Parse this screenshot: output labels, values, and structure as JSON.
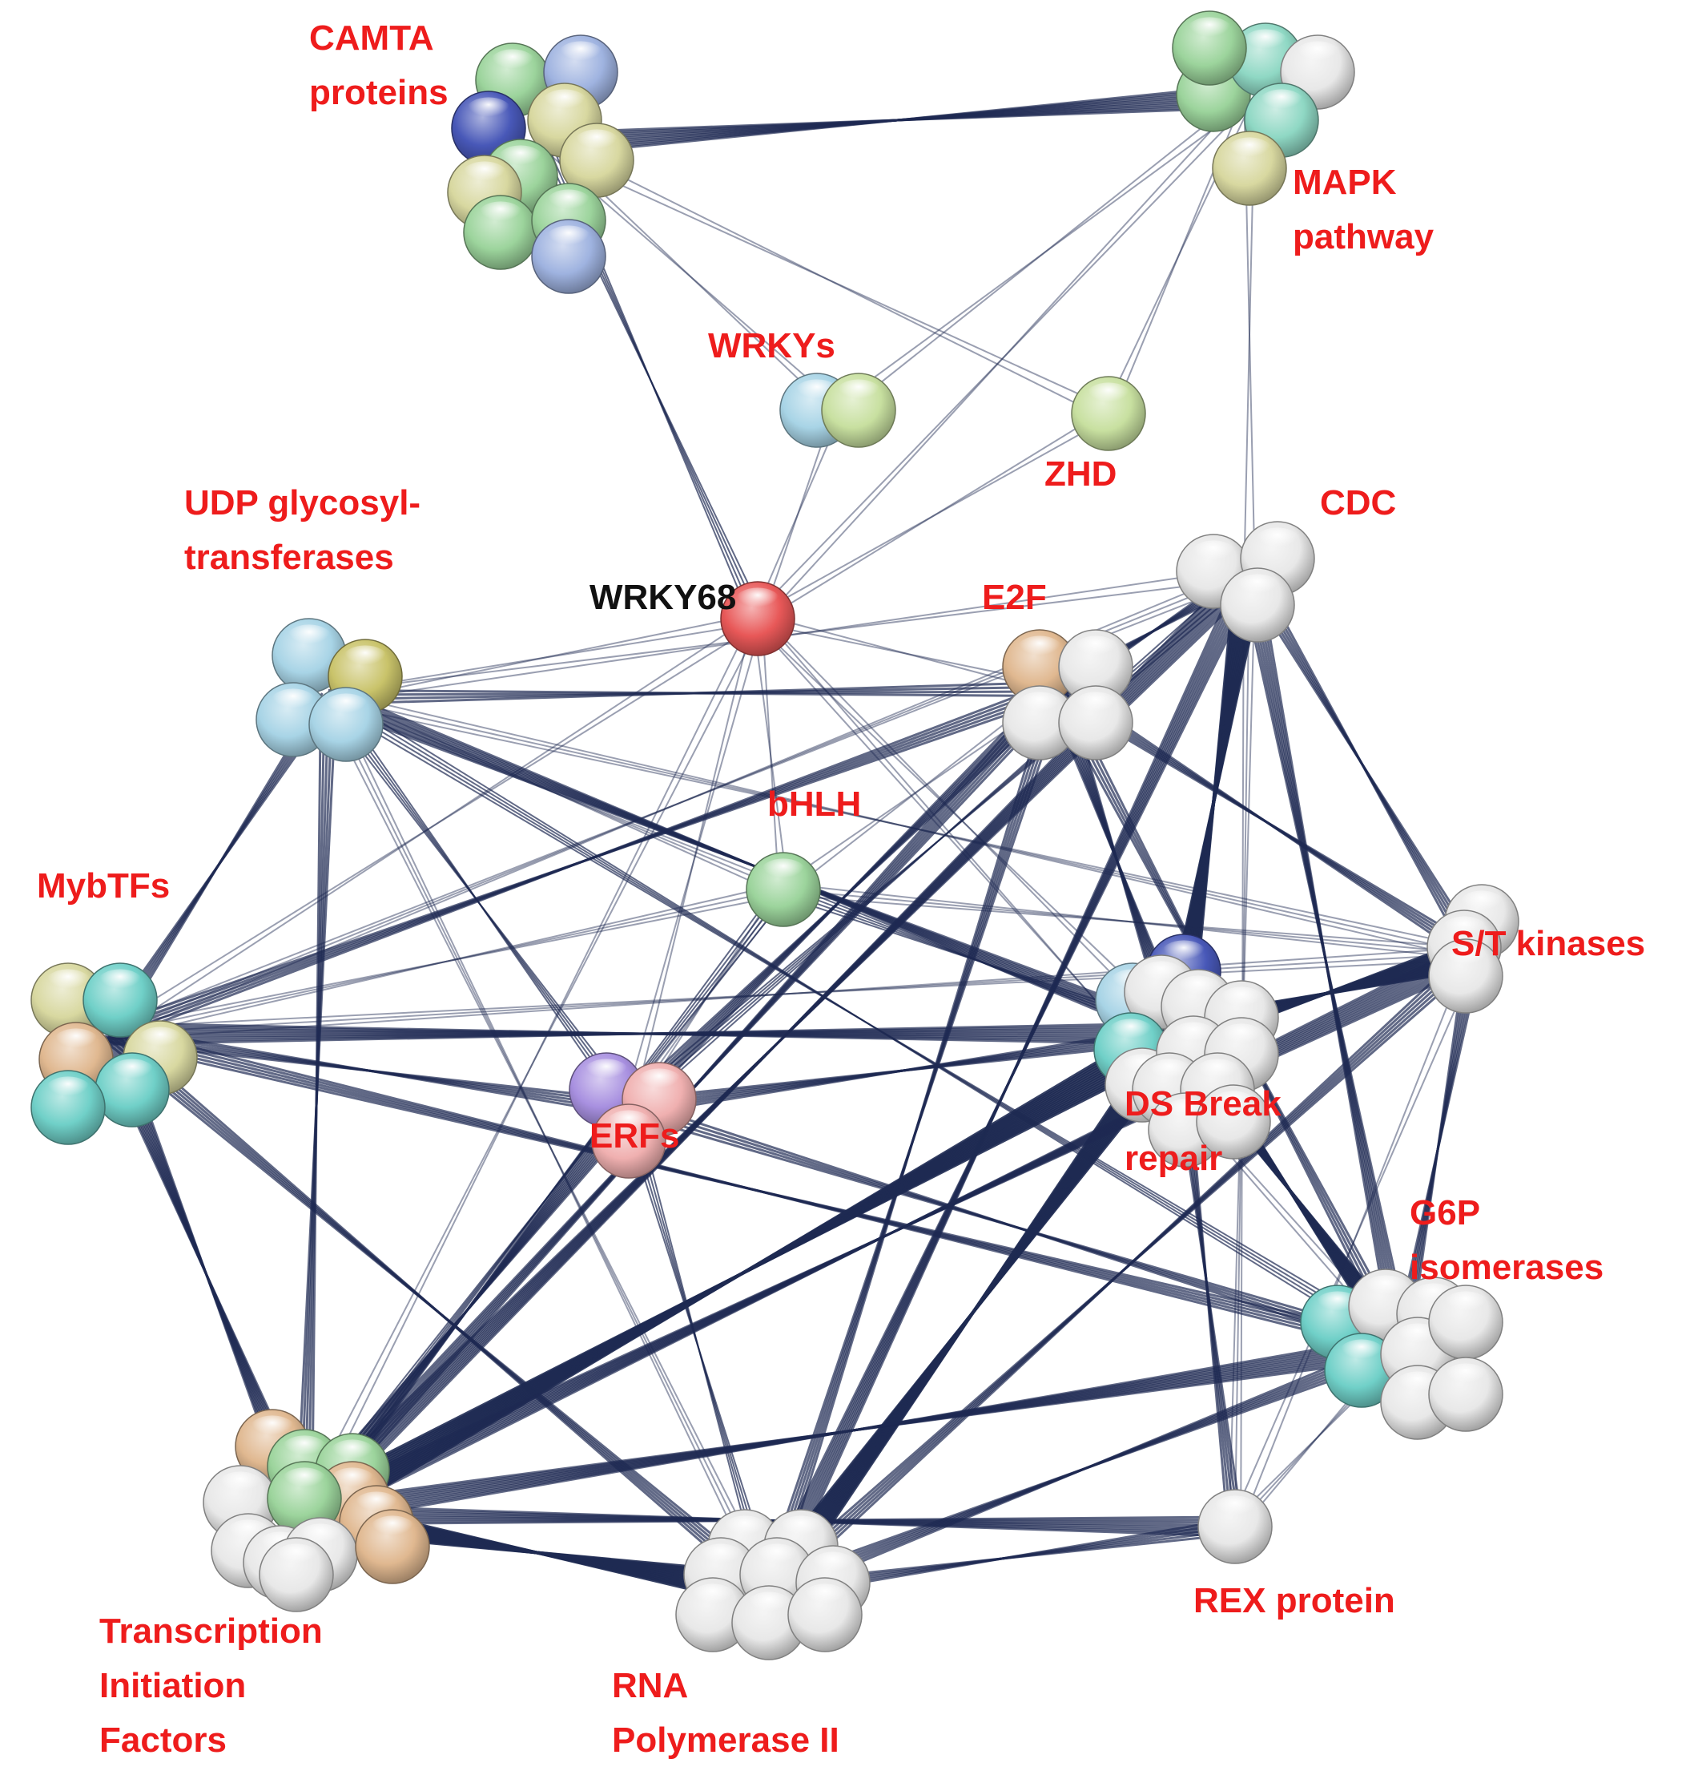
{
  "colors": {
    "label": "#ee1c1c",
    "focus_label": "#111111",
    "edge": "#1e2a52",
    "node_white": "#e8e8e8",
    "node_green": "#9cd49c",
    "node_mint": "#8fd8c4",
    "node_blue": "#9fb3e0",
    "node_khaki": "#d8d8a0",
    "node_olive": "#c9c36a",
    "node_lightblue": "#a8d4e6",
    "node_lime": "#c8e0a0",
    "node_red": "#e85858",
    "node_peach": "#e0b890",
    "node_teal": "#70d0c8",
    "node_purple": "#a890e0",
    "node_salmon": "#f0b0b0",
    "node_navy": "#4858b8"
  },
  "labels": {
    "camta": [
      "CAMTA",
      "proteins"
    ],
    "mapk": [
      "MAPK",
      "pathway"
    ],
    "wrkys": "WRKYs",
    "zhd": "ZHD",
    "cdc": "CDC",
    "udp": [
      "UDP glycosyl-",
      "transferases"
    ],
    "wrky68": "WRKY68",
    "e2f": "E2F",
    "bhlh": "bHLH",
    "mybtfs": "MybTFs",
    "st_kinases": "S/T kinases",
    "ds_break": [
      "DS Break",
      "repair"
    ],
    "erfs": "ERFs",
    "g6p": [
      "G6P",
      "isomerases"
    ],
    "tif": [
      "Transcription",
      "Initiation",
      "Factors"
    ],
    "rna_pol": [
      "RNA",
      "Polymerase II"
    ],
    "rex": "REX protein"
  },
  "clusters": [
    {
      "id": "camta",
      "nodes": [
        "green",
        "blue",
        "navy",
        "khaki",
        "green",
        "khaki",
        "khaki",
        "green",
        "green",
        "blue"
      ]
    },
    {
      "id": "mapk",
      "nodes": [
        "green",
        "mint",
        "white",
        "green",
        "mint",
        "khaki"
      ]
    },
    {
      "id": "wrkys",
      "nodes": [
        "lightblue",
        "lime"
      ]
    },
    {
      "id": "zhd",
      "nodes": [
        "lime"
      ]
    },
    {
      "id": "cdc",
      "nodes": [
        "white",
        "white",
        "white"
      ]
    },
    {
      "id": "wrky68",
      "nodes": [
        "red"
      ]
    },
    {
      "id": "e2f",
      "nodes": [
        "peach",
        "white",
        "white",
        "white"
      ]
    },
    {
      "id": "udp",
      "nodes": [
        "lightblue",
        "olive",
        "lightblue",
        "lightblue"
      ]
    },
    {
      "id": "bhlh",
      "nodes": [
        "green"
      ]
    },
    {
      "id": "mybtfs",
      "nodes": [
        "khaki",
        "teal",
        "peach",
        "khaki",
        "teal",
        "teal"
      ]
    },
    {
      "id": "st_kinases",
      "nodes": [
        "white",
        "white",
        "white"
      ]
    },
    {
      "id": "ds_break",
      "nodes": [
        "navy",
        "lightblue",
        "white",
        "teal",
        "white",
        "white",
        "white",
        "white",
        "white",
        "white",
        "white",
        "white",
        "white"
      ]
    },
    {
      "id": "erfs",
      "nodes": [
        "purple",
        "salmon",
        "salmon"
      ]
    },
    {
      "id": "g6p",
      "nodes": [
        "teal",
        "white",
        "white",
        "teal",
        "white",
        "white",
        "white",
        "white"
      ]
    },
    {
      "id": "tif",
      "nodes": [
        "peach",
        "green",
        "green",
        "peach",
        "white",
        "green",
        "peach",
        "white",
        "white",
        "white",
        "white",
        "peach"
      ]
    },
    {
      "id": "rna_pol",
      "nodes": [
        "white",
        "white",
        "white",
        "white",
        "white",
        "white",
        "white",
        "white"
      ]
    },
    {
      "id": "rex",
      "nodes": [
        "white"
      ]
    }
  ],
  "edges": [
    [
      "camta",
      "mapk",
      40
    ],
    [
      "camta",
      "wrky68",
      14
    ],
    [
      "camta",
      "zhd",
      8
    ],
    [
      "camta",
      "wrkys",
      3
    ],
    [
      "mapk",
      "wrky68",
      6
    ],
    [
      "mapk",
      "wrkys",
      6
    ],
    [
      "mapk",
      "zhd",
      4
    ],
    [
      "mapk",
      "cdc",
      8
    ],
    [
      "wrkys",
      "wrky68",
      3
    ],
    [
      "zhd",
      "wrky68",
      2
    ],
    [
      "wrky68",
      "udp",
      4
    ],
    [
      "wrky68",
      "e2f",
      3
    ],
    [
      "wrky68",
      "bhlh",
      3
    ],
    [
      "wrky68",
      "mybtfs",
      5
    ],
    [
      "wrky68",
      "erfs",
      5
    ],
    [
      "wrky68",
      "ds_break",
      6
    ],
    [
      "wrky68",
      "tif",
      6
    ],
    [
      "wrky68",
      "g6p",
      3
    ],
    [
      "udp",
      "e2f",
      16
    ],
    [
      "udp",
      "mybtfs",
      18
    ],
    [
      "udp",
      "bhlh",
      10
    ],
    [
      "udp",
      "erfs",
      14
    ],
    [
      "udp",
      "ds_break",
      30
    ],
    [
      "udp",
      "tif",
      20
    ],
    [
      "udp",
      "g6p",
      14
    ],
    [
      "udp",
      "st_kinases",
      10
    ],
    [
      "udp",
      "cdc",
      8
    ],
    [
      "udp",
      "rna_pol",
      10
    ],
    [
      "e2f",
      "cdc",
      25
    ],
    [
      "e2f",
      "ds_break",
      35
    ],
    [
      "e2f",
      "st_kinases",
      18
    ],
    [
      "e2f",
      "g6p",
      16
    ],
    [
      "e2f",
      "mybtfs",
      20
    ],
    [
      "e2f",
      "erfs",
      24
    ],
    [
      "e2f",
      "tif",
      25
    ],
    [
      "e2f",
      "rna_pol",
      18
    ],
    [
      "e2f",
      "bhlh",
      6
    ],
    [
      "cdc",
      "ds_break",
      55
    ],
    [
      "cdc",
      "st_kinases",
      20
    ],
    [
      "cdc",
      "g6p",
      28
    ],
    [
      "cdc",
      "tif",
      40
    ],
    [
      "cdc",
      "rna_pol",
      30
    ],
    [
      "cdc",
      "erfs",
      15
    ],
    [
      "cdc",
      "mybtfs",
      10
    ],
    [
      "cdc",
      "rex",
      10
    ],
    [
      "bhlh",
      "mybtfs",
      10
    ],
    [
      "bhlh",
      "erfs",
      12
    ],
    [
      "bhlh",
      "ds_break",
      14
    ],
    [
      "bhlh",
      "tif",
      14
    ],
    [
      "bhlh",
      "st_kinases",
      10
    ],
    [
      "mybtfs",
      "erfs",
      20
    ],
    [
      "mybtfs",
      "ds_break",
      35
    ],
    [
      "mybtfs",
      "tif",
      40
    ],
    [
      "mybtfs",
      "g6p",
      20
    ],
    [
      "mybtfs",
      "rna_pol",
      20
    ],
    [
      "mybtfs",
      "st_kinases",
      12
    ],
    [
      "erfs",
      "ds_break",
      22
    ],
    [
      "erfs",
      "tif",
      40
    ],
    [
      "erfs",
      "g6p",
      16
    ],
    [
      "erfs",
      "rna_pol",
      14
    ],
    [
      "ds_break",
      "st_kinases",
      60
    ],
    [
      "ds_break",
      "g6p",
      45
    ],
    [
      "ds_break",
      "tif",
      70
    ],
    [
      "ds_break",
      "rna_pol",
      55
    ],
    [
      "ds_break",
      "rex",
      18
    ],
    [
      "st_kinases",
      "g6p",
      22
    ],
    [
      "st_kinases",
      "tif",
      40
    ],
    [
      "st_kinases",
      "rna_pol",
      20
    ],
    [
      "st_kinases",
      "rex",
      8
    ],
    [
      "g6p",
      "tif",
      40
    ],
    [
      "g6p",
      "rna_pol",
      25
    ],
    [
      "g6p",
      "rex",
      10
    ],
    [
      "tif",
      "rna_pol",
      110
    ],
    [
      "tif",
      "rex",
      30
    ],
    [
      "rna_pol",
      "rex",
      20
    ]
  ]
}
